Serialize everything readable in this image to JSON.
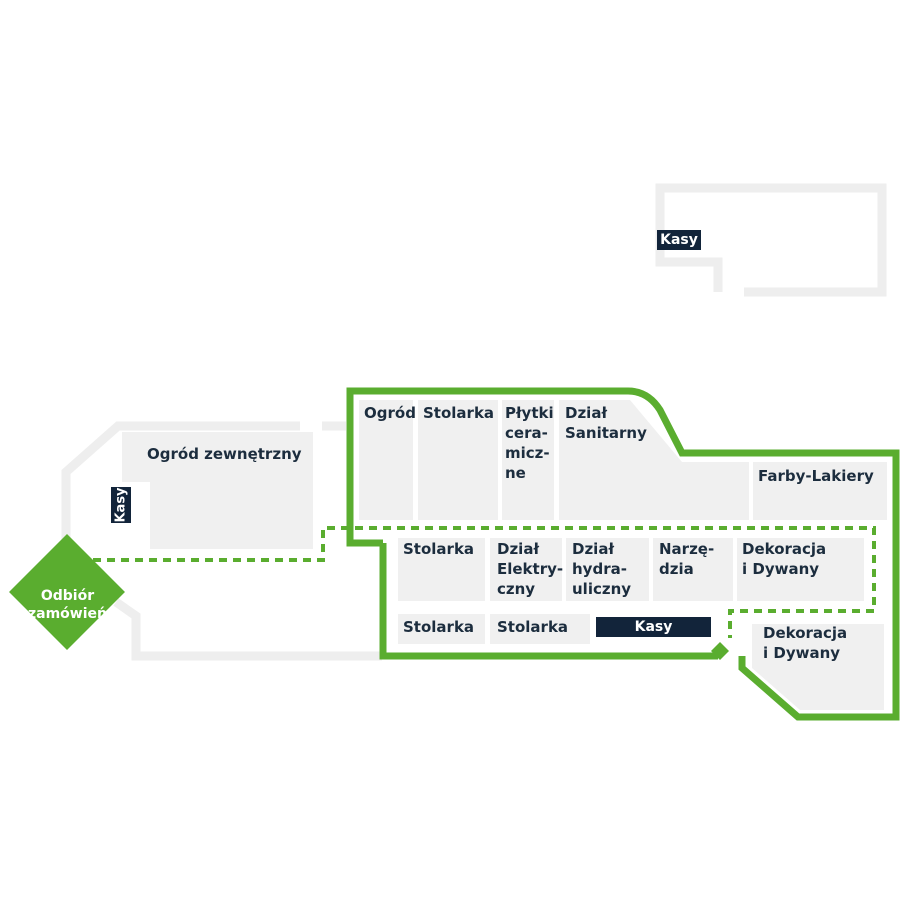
{
  "map": {
    "colors": {
      "zone_fill": "#f0f0f0",
      "outline_gray": "#eeeeee",
      "store_green": "#5aad2f",
      "label_dark": "#1c2d3e",
      "checkout_badge": "#12243a"
    },
    "secondary_building": {
      "checkout": "Kasy"
    },
    "outdoor": {
      "garden": "Ogród zewnętrzny",
      "checkout_vertical": "Kasy"
    },
    "pickup": {
      "label": "Odbiór\nzamówień"
    },
    "departments": {
      "ogrod": "Ogród",
      "stolarka_top": "Stolarka",
      "plytki": "Płytki\ncera-\nmicz-\nne",
      "sanitarny": "Dział\nSanitarny",
      "farby": "Farby-Lakiery",
      "stolarka_mid": "Stolarka",
      "elektryczny": "Dział\nElektry-\nczny",
      "hydrauliczny": "Dział\nhydra-\nuliczny",
      "narzedzia": "Narzę-\ndzia",
      "dekoracja_mid": "Dekoracja\ni Dywany",
      "stolarka_bottom_1": "Stolarka",
      "stolarka_bottom_2": "Stolarka",
      "checkout_main": "Kasy",
      "dekoracja_bottom": "Dekoracja\ni Dywany"
    }
  }
}
